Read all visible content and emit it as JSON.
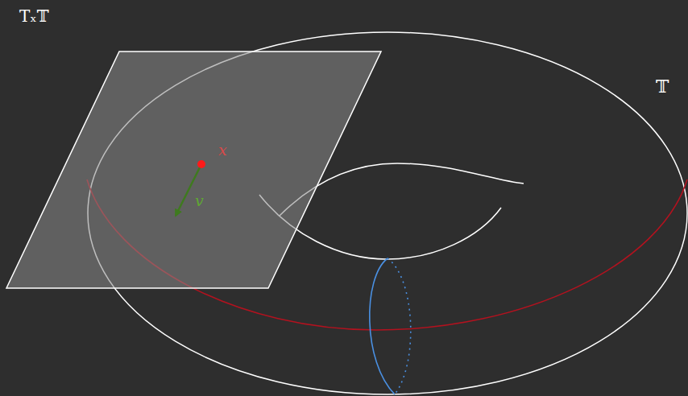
{
  "diagram": {
    "labels": [
      "Tₓ𝕋",
      "𝕋",
      "x",
      "v"
    ]
  }
}
